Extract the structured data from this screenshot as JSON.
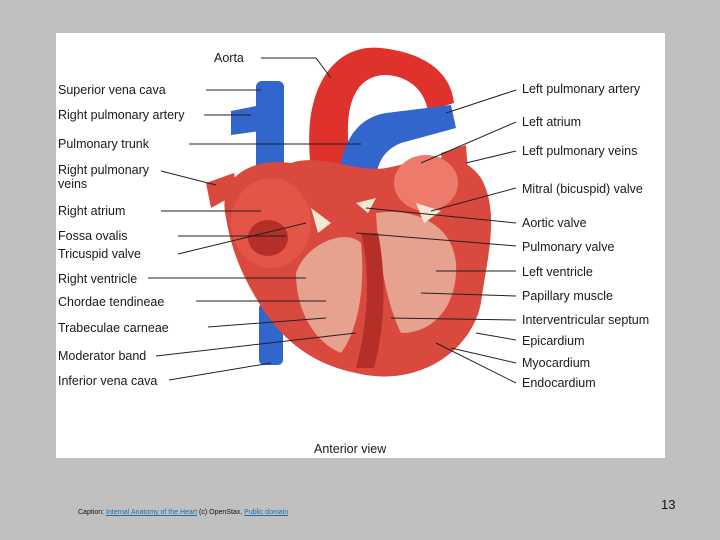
{
  "figure": {
    "view_label": "Anterior view",
    "labels_left": [
      "Superior vena cava",
      "Right pulmonary artery",
      "Pulmonary trunk",
      "Right pulmonary",
      "veins",
      "Right atrium",
      "Fossa ovalis",
      "Tricuspid valve",
      "Right ventricle",
      "Chordae tendineae",
      "Trabeculae carneae",
      "Moderator band",
      "Inferior vena cava"
    ],
    "label_top": "Aorta",
    "labels_right": [
      "Left pulmonary artery",
      "Left atrium",
      "Left pulmonary veins",
      "Mitral (bicuspid) valve",
      "Aortic valve",
      "Pulmonary valve",
      "Left ventricle",
      "Papillary muscle",
      "Interventricular septum",
      "Epicardium",
      "Myocardium",
      "Endocardium"
    ],
    "colors": {
      "muscle": "#d9493e",
      "muscle_dark": "#b52e27",
      "muscle_light": "#ee7a6c",
      "vein_blue": "#3366cc",
      "artery_red": "#e0322c",
      "valve": "#f3e9d2",
      "leader": "#222222"
    }
  },
  "caption": {
    "prefix": "Caption: ",
    "link1": "Internal Anatomy of the Heart",
    "middle": " (c) OpenStax, ",
    "link2": "Public domain"
  },
  "page_number": "13"
}
